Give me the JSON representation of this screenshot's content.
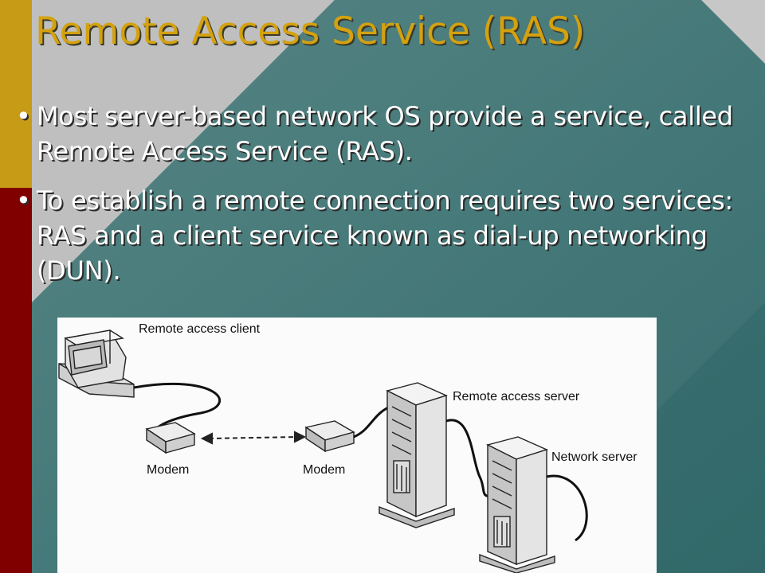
{
  "slide": {
    "title": "Remote Access Service (RAS)",
    "bullets": [
      "Most server-based network OS provide a service, called Remote Access Service (RAS).",
      "To establish a remote connection requires two services: RAS and a client service known as dial-up networking (DUN)."
    ],
    "bullet_glyph": "•"
  },
  "diagram": {
    "remote_client_label": "Remote access client",
    "remote_server_label": "Remote access server",
    "network_server_label": "Network server",
    "modem_left_label": "Modem",
    "modem_right_label": "Modem"
  },
  "colors": {
    "title": "#d4a10f",
    "gold_bar": "#c89b17",
    "red_bar": "#800000",
    "teal_background": "#2f6b6b",
    "gray_background": "#9a9a9a"
  }
}
